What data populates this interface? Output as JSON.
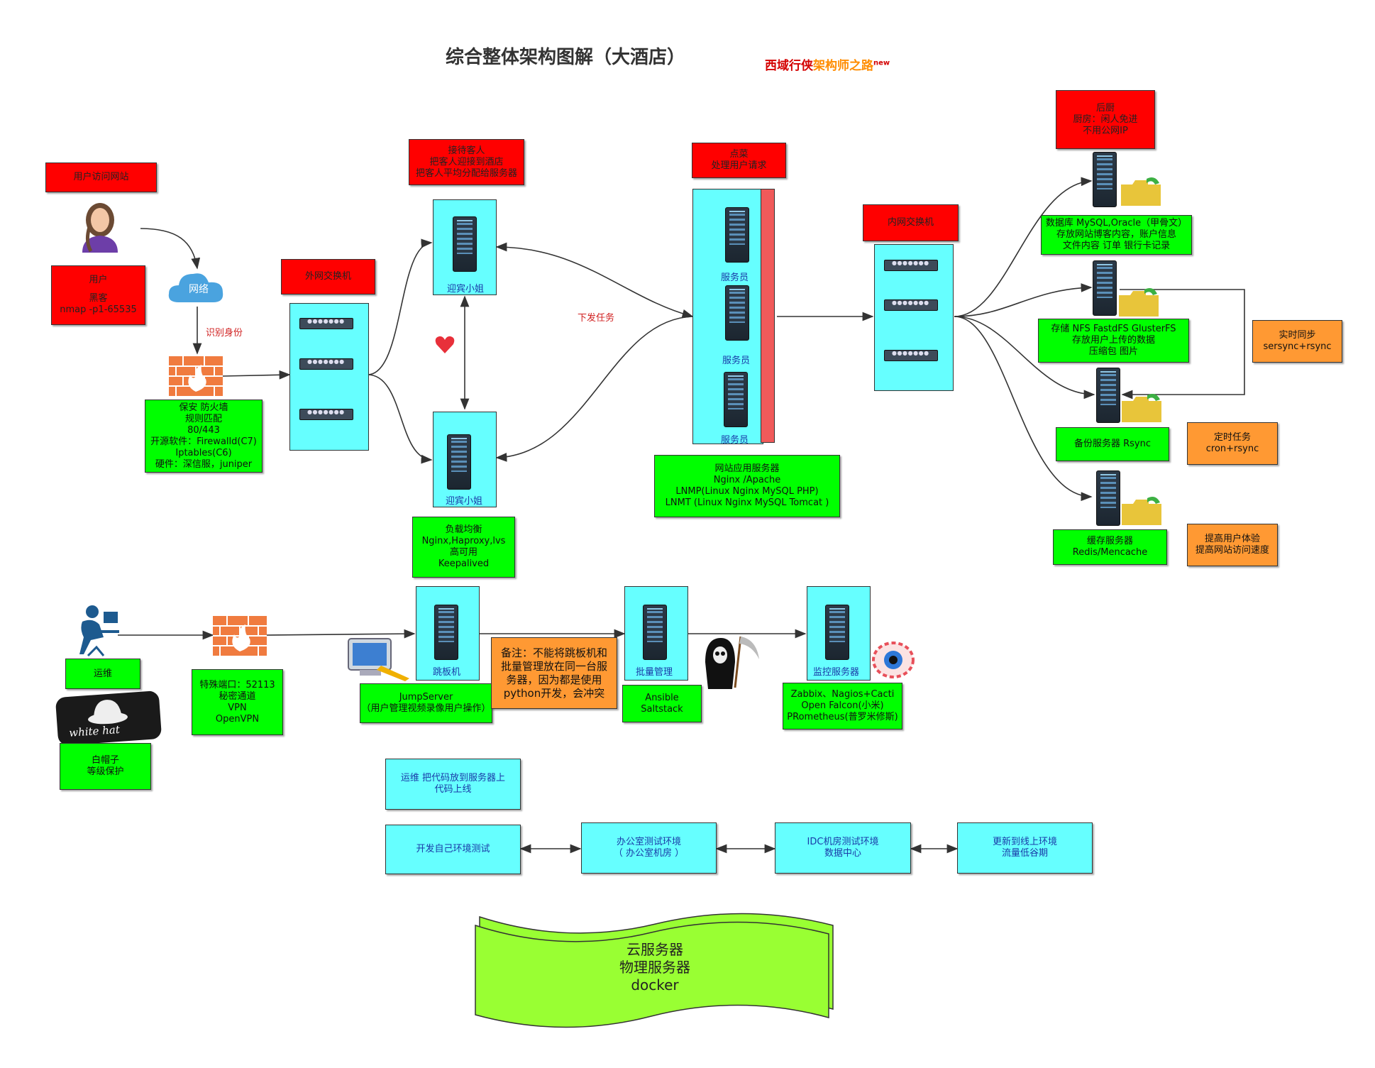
{
  "title": "综合整体架构图解（大酒店）",
  "brand": {
    "part1": "西域行侠",
    "part2": "架构师之路",
    "sup": "new"
  },
  "user_visit": "用户访问网站",
  "user_box": [
    "用户",
    "",
    "黑客",
    "nmap  -p1-65535"
  ],
  "network": "网络",
  "identify": "识别身份",
  "firewall_box": [
    "保安 防火墙",
    "规则匹配",
    "80/443",
    "开源软件：Firewalld(C7)",
    "Iptables(C6)",
    "硬件：深信服，juniper"
  ],
  "ext_switch": "外网交换机",
  "reception": [
    "接待客人",
    "把客人迎接到酒店",
    "把客人平均分配给服务器"
  ],
  "greeter_top": "迎宾小姐",
  "greeter_bottom": "迎宾小姐",
  "lb_box": [
    "负载均衡",
    "Nginx,Haproxy,lvs",
    "高可用",
    "Keepalived"
  ],
  "dispatch": "下发任务",
  "order": [
    "点菜",
    "处理用户请求"
  ],
  "waiter1": "服务员",
  "waiter2": "服务员",
  "waiter3": "服务员",
  "web_box": [
    "网站应用服务器",
    "Nginx /Apache",
    "LNMP(Linux Nginx  MySQL  PHP)",
    "LNMT (Linux Nginx  MySQL Tomcat  )"
  ],
  "int_switch": "内网交换机",
  "kitchen": [
    "后厨",
    "厨房：闲人免进",
    "不用公网IP"
  ],
  "db_box": [
    "数据库 MySQL,Oracle（甲骨文）",
    "存放网站博客内容，账户信息",
    "文件内容  订单  银行卡记录"
  ],
  "storage_box": [
    "存储 NFS  FastdFS  GlusterFS",
    "存放用户上传的数据",
    "压缩包 图片"
  ],
  "realtime_box": [
    "实时同步",
    "sersync+rsync"
  ],
  "backup_box": "备份服务器 Rsync",
  "cron_box": [
    "定时任务",
    "cron+rsync"
  ],
  "cache_box": [
    "缓存服务器",
    "Redis/Mencache"
  ],
  "speed_box": [
    "提高用户体验",
    "提高网站访问速度"
  ],
  "ops": "运维",
  "vpn_box": [
    "特殊端口：52113",
    "秘密通道",
    "VPN",
    "OpenVPN"
  ],
  "whitehat_img": "white hat",
  "whitehat_box": [
    "白帽子",
    "等级保护"
  ],
  "jump_label": "跳板机",
  "jump_box": [
    "JumpServer",
    "（用户管理视频录像用户操作）"
  ],
  "note_box": [
    "备注：不能将跳板机和",
    "批量管理放在同一台服",
    "务器，因为都是使用",
    "python开发，会冲突"
  ],
  "batch_label": "批量管理",
  "batch_box": "Ansible Saltstack",
  "monitor_label": "监控服务器",
  "monitor_box": [
    "Zabbix、Nagios+Cacti",
    "Open  Falcon(小米)",
    "PRometheus(普罗米修斯)"
  ],
  "deploy_box": [
    "运维  把代码放到服务器上",
    "代码上线"
  ],
  "env1": "开发自己环境测试",
  "env2": [
    "办公室测试环境",
    "（ 办公室机房 ）"
  ],
  "env3": [
    "IDC机房测试环境",
    "数据中心"
  ],
  "env4": [
    "更新到线上环境",
    "流量低谷期"
  ],
  "cloud": [
    "云服务器",
    "物理服务器",
    "docker"
  ],
  "colors": {
    "red": "#ff0000",
    "green": "#00ff00",
    "orange": "#ff9933",
    "cyan": "#66ffff"
  }
}
